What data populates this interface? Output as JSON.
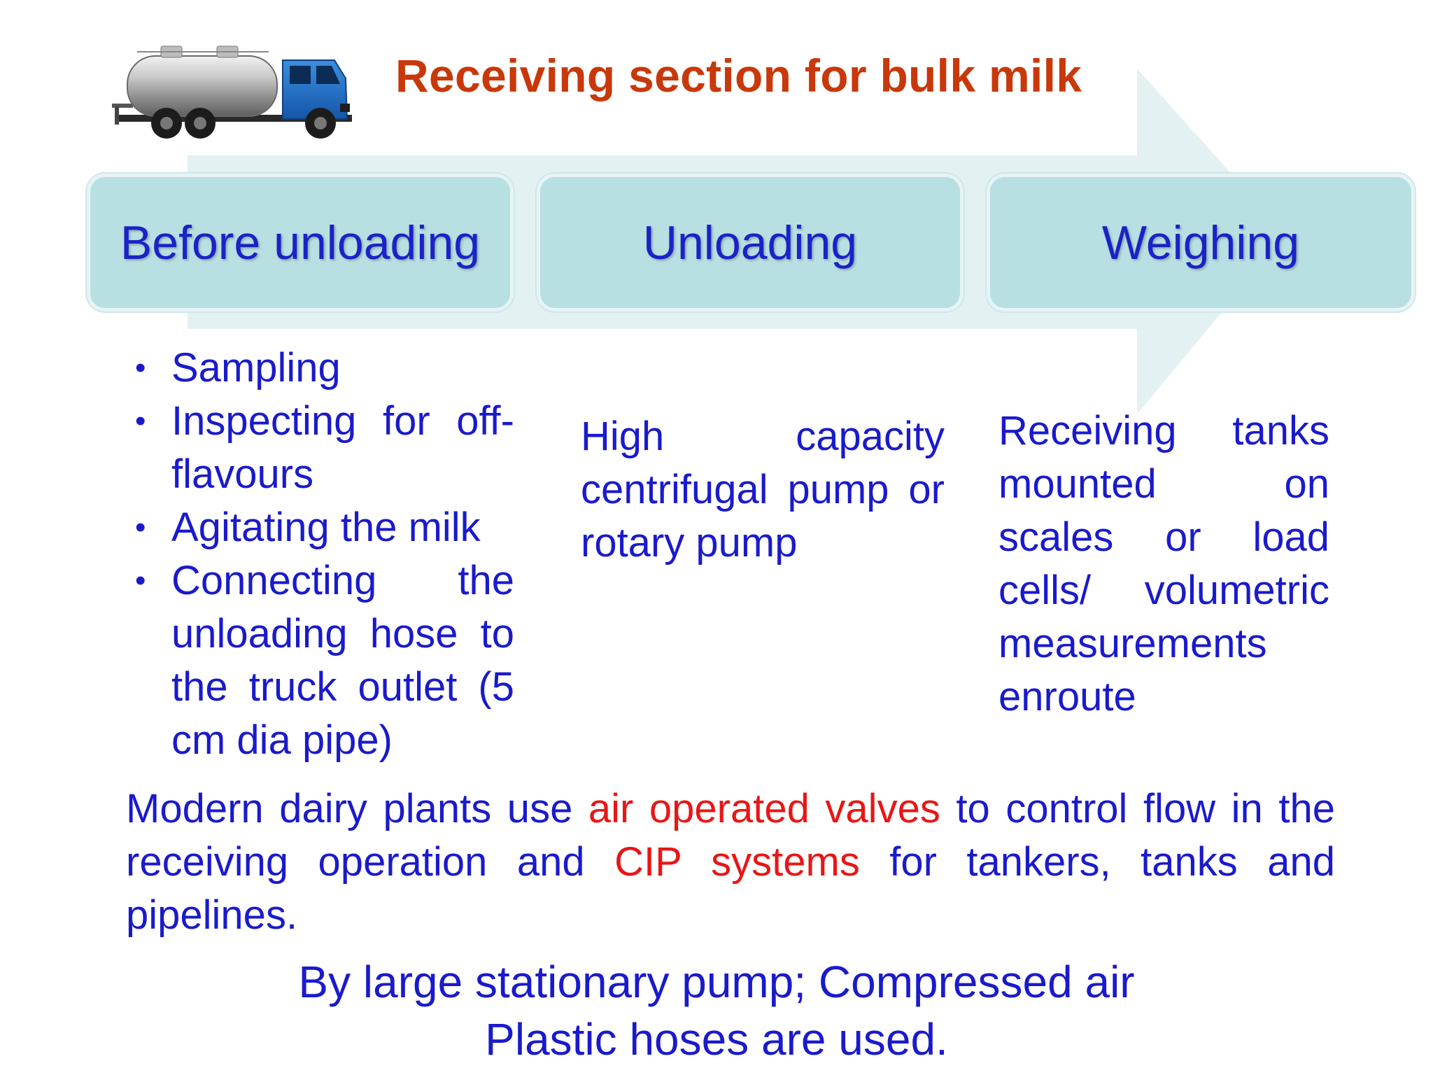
{
  "title": "Receiving section for bulk milk",
  "colors": {
    "title": "#c8380a",
    "body_text": "#1a1acc",
    "highlight": "#e81616",
    "stage_fill": "#b8dfe2",
    "arrow_fill": "#e4f1f2"
  },
  "icons": {
    "truck": "milk-tanker-truck-icon"
  },
  "stages": [
    {
      "label": "Before unloading"
    },
    {
      "label": "Unloading"
    },
    {
      "label": "Weighing"
    }
  ],
  "before_unloading": {
    "items": [
      {
        "text": "Sampling"
      },
      {
        "text": "Inspecting for off-flavours"
      },
      {
        "text": "Agitating the milk"
      },
      {
        "text": "Connecting the unloading hose to the truck outlet (5 cm dia pipe)"
      }
    ]
  },
  "unloading": {
    "text": "High capacity centrifugal pump or rotary pump"
  },
  "weighing": {
    "text": "Receiving tanks mounted on scales or load cells/ volumetric measurements enroute"
  },
  "note": {
    "part1": "Modern dairy plants use ",
    "highlight1": "air operated valves",
    "part2": " to control flow in the receiving operation and ",
    "highlight2": "CIP systems",
    "part3": " for tankers, tanks and pipelines."
  },
  "footer": {
    "line1": "By large stationary pump; Compressed air",
    "line2": "Plastic hoses are used."
  }
}
